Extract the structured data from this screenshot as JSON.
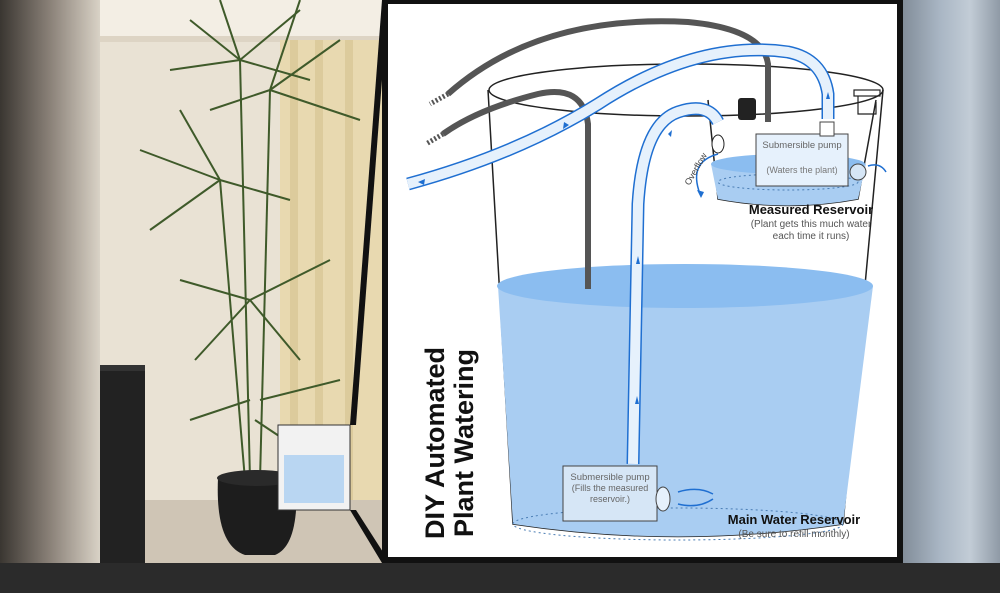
{
  "diagram": {
    "title_line1": "DIY Automated",
    "title_line2": "Plant Watering",
    "measured_reservoir": {
      "title": "Measured Reservoir",
      "note_line1": "(Plant gets this much water",
      "note_line2": "each time it runs)"
    },
    "top_pump": {
      "label": "Submersible pump",
      "note": "(Waters the plant)"
    },
    "bottom_pump": {
      "label": "Submersible pump",
      "note_line1": "(Fills the measured",
      "note_line2": "reservoir.)"
    },
    "main_reservoir": {
      "title": "Main Water Reservoir",
      "note": "(Be sure to refill monthly)"
    },
    "overflow_label": "Overflow"
  },
  "colors": {
    "water": "#a9cdf2",
    "water_surface": "#8bbdf0",
    "tube": "#1f6fd1",
    "cord": "#555555"
  }
}
